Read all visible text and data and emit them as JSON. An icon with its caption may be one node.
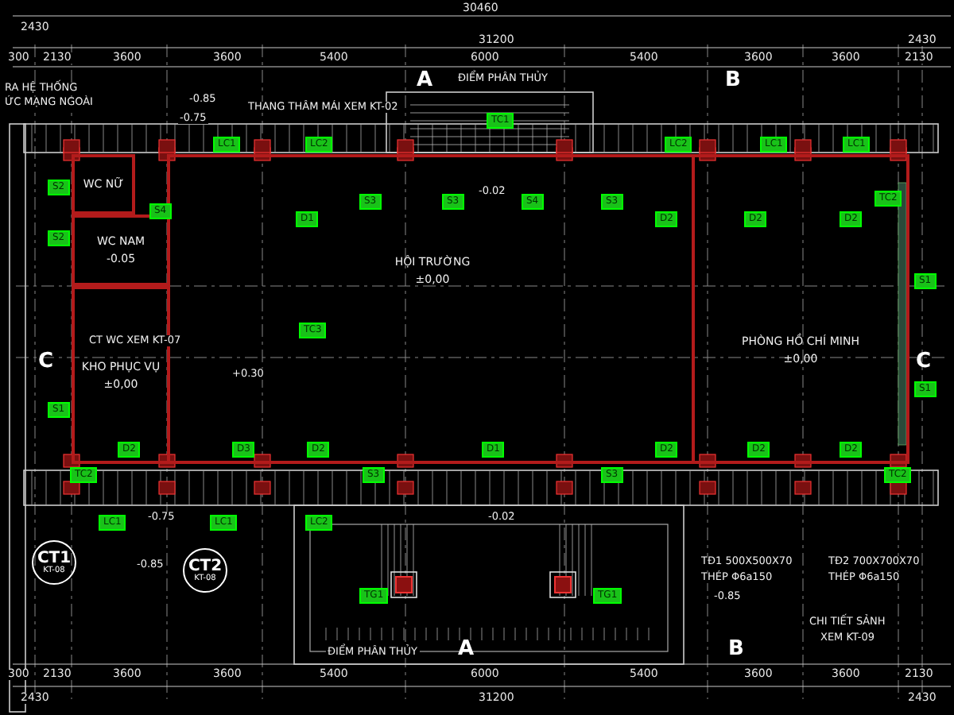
{
  "diagram": {
    "nodes": [
      {
        "text": [
          "WC NỮ"
        ]
      },
      {
        "text": [
          "WC NAM",
          "-0.05"
        ]
      },
      {
        "text": [
          "KHO PHỤC VỤ",
          "±0,00"
        ]
      },
      {
        "text": [
          "HỘI TRƯỜNG",
          "±0,00"
        ]
      },
      {
        "text": [
          "PHÒNG HỒ CHÍ MINH",
          "±0,00"
        ]
      },
      {
        "text": [
          "CT1",
          "KT-08"
        ]
      },
      {
        "text": [
          "CT2",
          "KT-08"
        ]
      }
    ],
    "labels": [
      "30460",
      "2430",
      "31200",
      "2430",
      "300",
      "2130",
      "3600",
      "3600",
      "5400",
      "6000",
      "5400",
      "3600",
      "3600",
      "2130",
      "A",
      "ĐIỂM PHÂN THỦY",
      "B",
      "RA HỆ THỐNG",
      "ỨC MẠNG NGOÀI",
      "-0.85",
      "THANG THÂM MÁI XEM KT-02",
      "-0.75",
      "LC1",
      "LC2",
      "TC1",
      "LC2",
      "LC1",
      "LC1",
      "-0.02",
      "CT WC XEM KT-07",
      "C",
      "C",
      "+0.30",
      "TC3",
      "-0.75",
      "LC1",
      "LC1",
      "LC2",
      "-0.85",
      "-0.02",
      "TG1",
      "TG1",
      "-0.85",
      "ĐIỂM PHÂN THỦY",
      "A",
      "B",
      "TĐ1 500X500X70",
      "TĐ2 700X700X70",
      "THÉP Φ6a150",
      "THÉP Φ6a150",
      "CHI TIẾT SẢNH",
      "XEM KT-09",
      "300",
      "2130",
      "3600",
      "3600",
      "5400",
      "6000",
      "5400",
      "3600",
      "3600",
      "2130",
      "2430",
      "31200",
      "2430",
      "S2",
      "S2",
      "S4",
      "S3",
      "S3",
      "S4",
      "S3",
      "D1",
      "D2",
      "D2",
      "D2",
      "TC2",
      "S1",
      "TC2",
      "D2",
      "D3",
      "D2",
      "S3",
      "D1",
      "S3",
      "D2",
      "D2",
      "D2",
      "TC2",
      "S1",
      "S1"
    ]
  }
}
